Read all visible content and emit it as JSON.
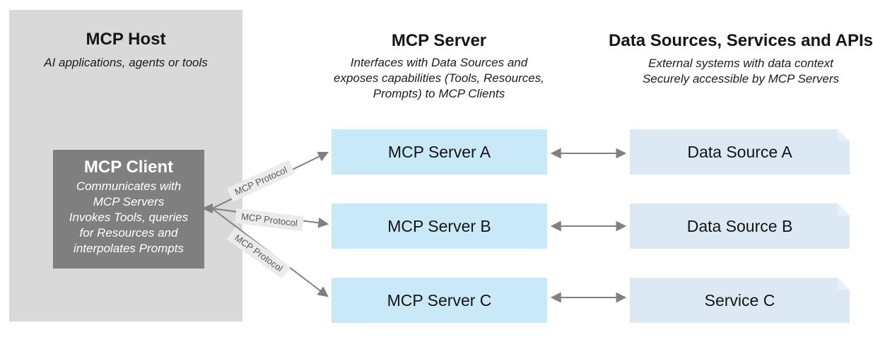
{
  "colors": {
    "host_panel": "#d9d9d9",
    "client_box": "#7f7f7f",
    "server_box": "#c9e8f8",
    "source_box": "#dde8f5",
    "arrow": "#808080",
    "protocol_label_bg": "#ebebeb",
    "protocol_label_text": "#595959"
  },
  "host": {
    "title": "MCP Host",
    "subtitle": "AI applications, agents or tools",
    "client": {
      "title": "MCP Client",
      "description_lines": [
        "Communicates with",
        "MCP Servers",
        "Invokes Tools, queries",
        "for Resources and",
        "interpolates Prompts"
      ]
    }
  },
  "server_column": {
    "title": "MCP Server",
    "subtitle_lines": [
      "Interfaces with Data Sources and",
      "exposes capabilities (Tools, Resources,",
      "Prompts) to MCP Clients"
    ],
    "boxes": [
      {
        "label": "MCP Server A"
      },
      {
        "label": "MCP Server B"
      },
      {
        "label": "MCP Server C"
      }
    ]
  },
  "sources_column": {
    "title": "Data Sources, Services and APIs",
    "subtitle_lines": [
      "External systems with data context",
      "Securely accessible by MCP Servers"
    ],
    "boxes": [
      {
        "label": "Data Source A"
      },
      {
        "label": "Data Source B"
      },
      {
        "label": "Service C"
      }
    ]
  },
  "connections": [
    {
      "label": "MCP Protocol"
    },
    {
      "label": "MCP Protocol"
    },
    {
      "label": "MCP Protocol"
    }
  ]
}
